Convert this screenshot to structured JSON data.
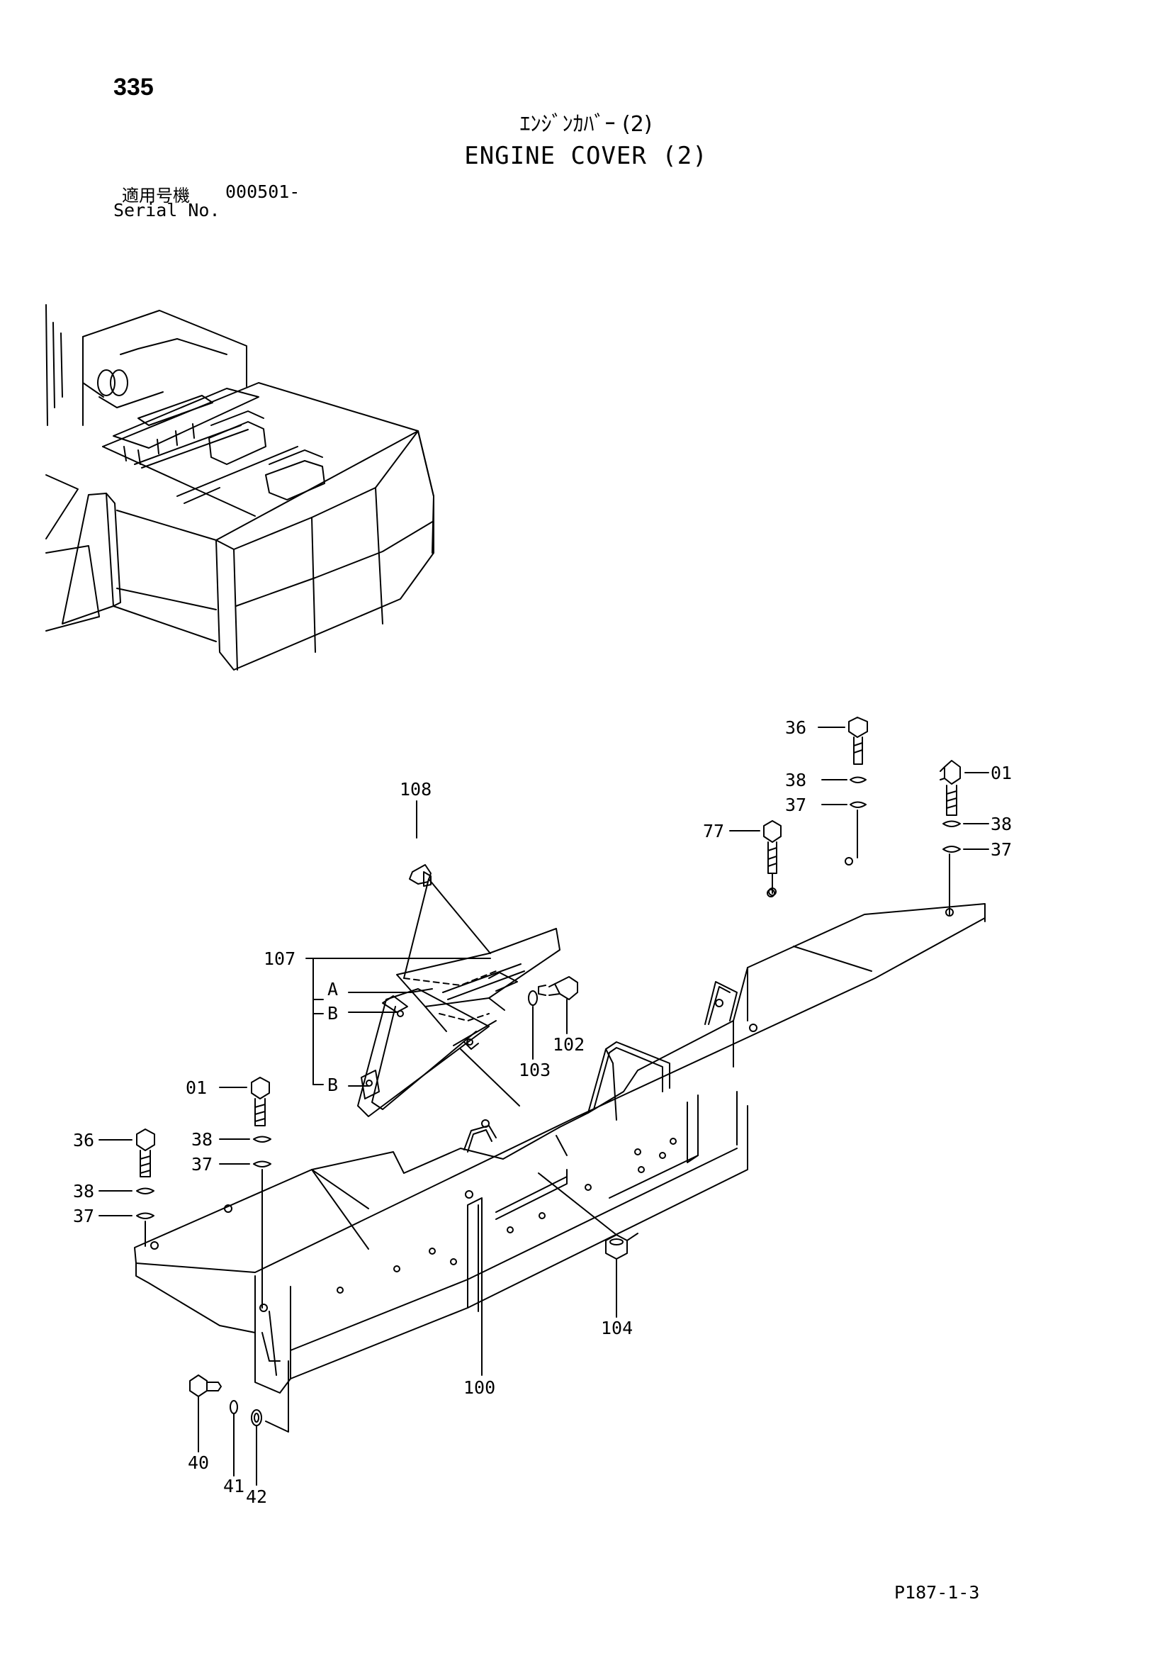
{
  "header": {
    "page_number": "335",
    "title_jp": "ｴﾝｼﾞﾝｶﾊﾞｰ (2)",
    "title_en": "ENGINE COVER (2)",
    "serial_label_jp": "適用号機",
    "serial_value": "000501-",
    "serial_label_en": "Serial No."
  },
  "footer": {
    "doc_code": "P187-1-3"
  },
  "callouts": {
    "p01_right": "01",
    "p01_left": "01",
    "p36_top": "36",
    "p36_left": "36",
    "p37_top": "37",
    "p37_right": "37",
    "p37_mid": "37",
    "p37_left": "37",
    "p38_top": "38",
    "p38_right": "38",
    "p38_mid": "38",
    "p38_left": "38",
    "p40": "40",
    "p41": "41",
    "p42": "42",
    "p77": "77",
    "p100": "100",
    "p102": "102",
    "p103": "103",
    "p104": "104",
    "p107": "107",
    "p108": "108",
    "label_a": "A",
    "label_b1": "B",
    "label_b2": "B"
  },
  "colors": {
    "line": "#000000",
    "background": "#ffffff"
  }
}
